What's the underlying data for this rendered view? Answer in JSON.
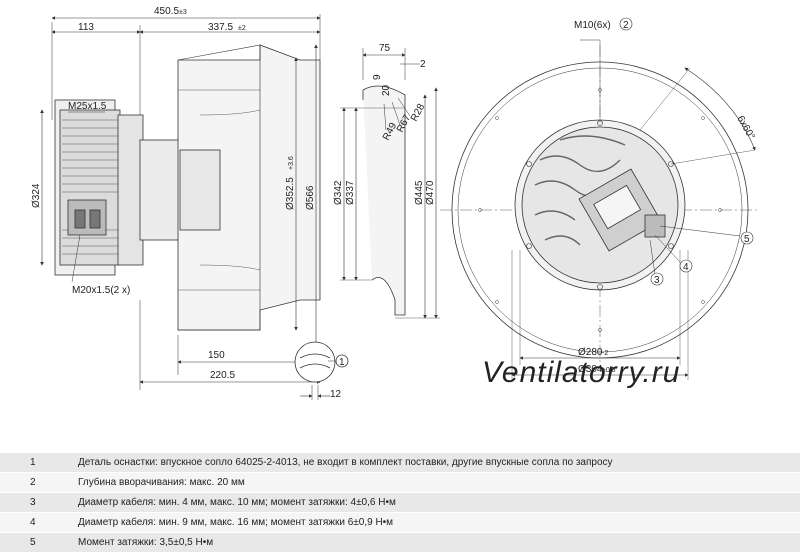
{
  "side_view": {
    "dims": {
      "overall_length": "450.5",
      "overall_length_tol": "±3",
      "motor_length": "113",
      "impeller_length": "337.5",
      "impeller_length_tol": "±2",
      "thread_top": "M25x1.5",
      "thread_bottom": "M20x1.5(2 x)",
      "motor_dia": "Ø324",
      "dia_352": "Ø352.5",
      "dia_352_tol": "+3.6",
      "dia_566": "Ø566",
      "dim_150": "150",
      "dim_220": "220.5"
    }
  },
  "nozzle_view": {
    "dims": {
      "d75": "75",
      "d2": "2",
      "d9": "9",
      "d20": "20",
      "r28": "R28",
      "r67": "R67",
      "r49": "R49",
      "d342": "Ø342",
      "d337": "Ø337",
      "d445": "Ø445",
      "d470": "Ø470",
      "d12": "12"
    }
  },
  "front_view": {
    "dims": {
      "thread": "M10(6x)",
      "angle": "6x60°",
      "d280": "Ø280",
      "d280_tol": "-2",
      "d304": "Ø304",
      "d304_tol": "±0.5"
    }
  },
  "callouts": {
    "c1": "1",
    "c2": "2",
    "c3": "3",
    "c4": "4",
    "c5": "5"
  },
  "watermark": "Ventilatorry.ru",
  "notes": [
    {
      "num": "1",
      "text": "Деталь оснастки: впускное сопло 64025-2-4013, не входит в комплект поставки, другие впускные сопла по запросу"
    },
    {
      "num": "2",
      "text": "Глубина вворачивания: макс. 20 мм"
    },
    {
      "num": "3",
      "text": "Диаметр кабеля: мин. 4 мм, макс. 10 мм; момент затяжки: 4±0,6 Н•м"
    },
    {
      "num": "4",
      "text": "Диаметр кабеля: мин. 9 мм, макс. 16 мм; момент затяжки 6±0,9 Н•м"
    },
    {
      "num": "5",
      "text": "Момент затяжки: 3,5±0,5 Н•м"
    }
  ]
}
